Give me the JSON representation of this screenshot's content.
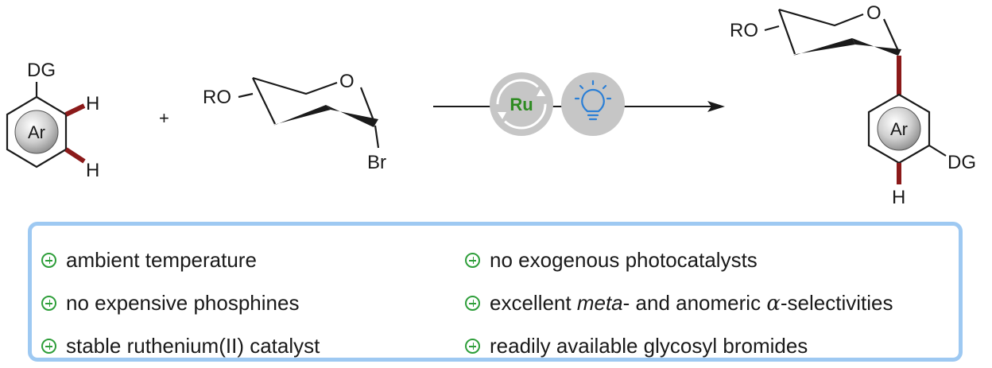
{
  "scheme": {
    "reactant1": {
      "substituent_top": "DG",
      "ring_label": "Ar",
      "h_top": "H",
      "h_bottom": "H"
    },
    "plus_sign": "+",
    "reactant2": {
      "oxygen": "O",
      "ro": "RO",
      "leaving_group": "Br"
    },
    "catalyst": {
      "metal": "Ru",
      "metal_color": "#2e8b22",
      "light_icon": "lightbulb-icon",
      "light_color": "#2b7fd6"
    },
    "product": {
      "oxygen": "O",
      "ro": "RO",
      "ring_label": "Ar",
      "dg": "DG",
      "h": "H"
    },
    "bond_highlight_color": "#8b1a1a"
  },
  "advantages": {
    "left": [
      "ambient temperature",
      "no expensive phosphines",
      "stable ruthenium(II) catalyst"
    ],
    "right_1": "no exogenous photocatalysts",
    "right_2": {
      "prefix": "excellent ",
      "meta": "meta",
      "middle": "- and anomeric ",
      "alpha": "α",
      "suffix": "-selectivities"
    },
    "right_3": "readily available glycosyl bromides",
    "bullet_icon": "circled-plus-icon",
    "bullet_color": "#2e9e3a",
    "border_color": "#9ec9f2"
  }
}
